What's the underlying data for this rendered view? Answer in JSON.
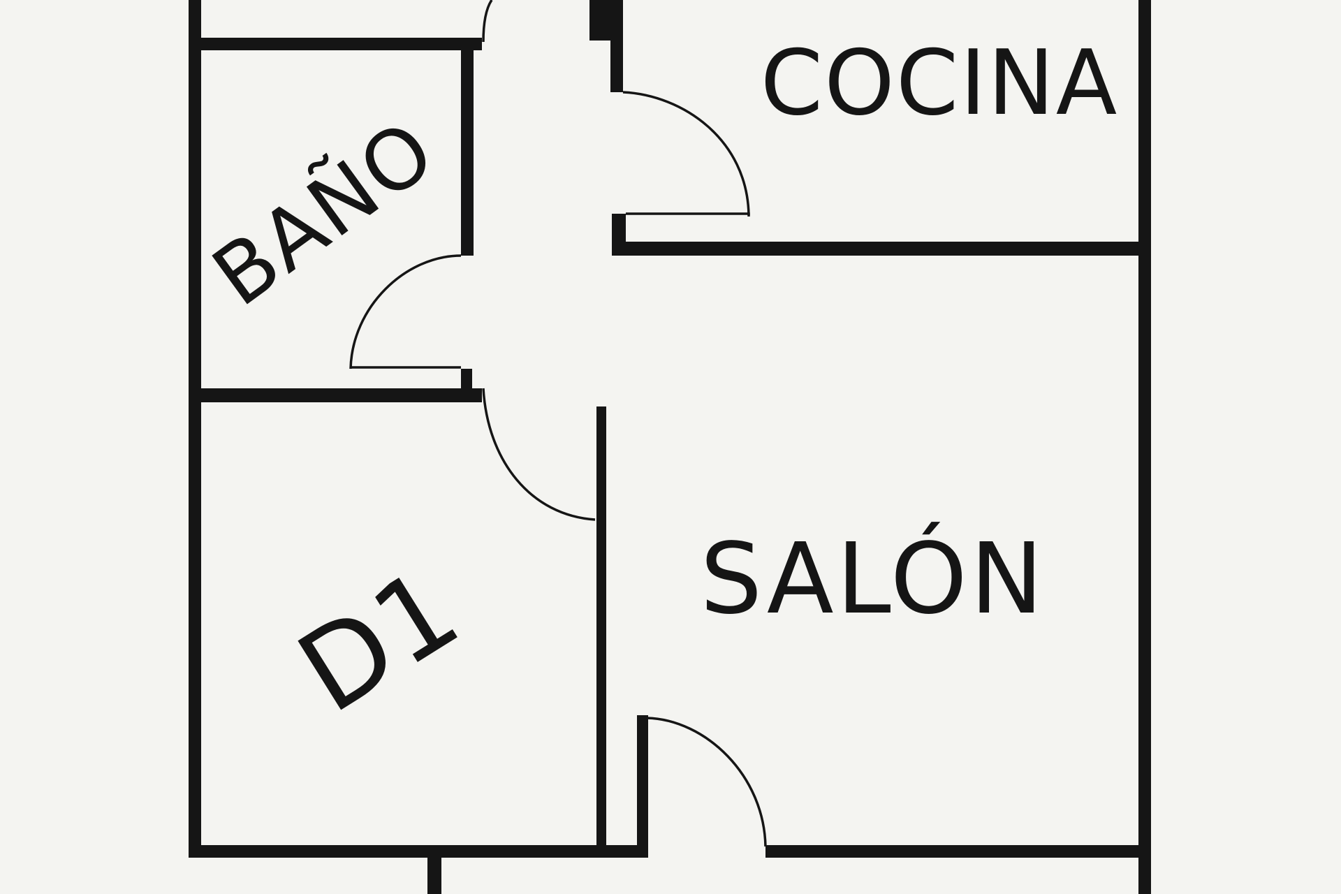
{
  "plan": {
    "rooms": {
      "kitchen": "COCINA",
      "bathroom": "BAÑO",
      "living_room": "SALÓN",
      "bedroom": "D1"
    },
    "colors": {
      "background": "#f4f4f1",
      "line": "#151515"
    }
  }
}
